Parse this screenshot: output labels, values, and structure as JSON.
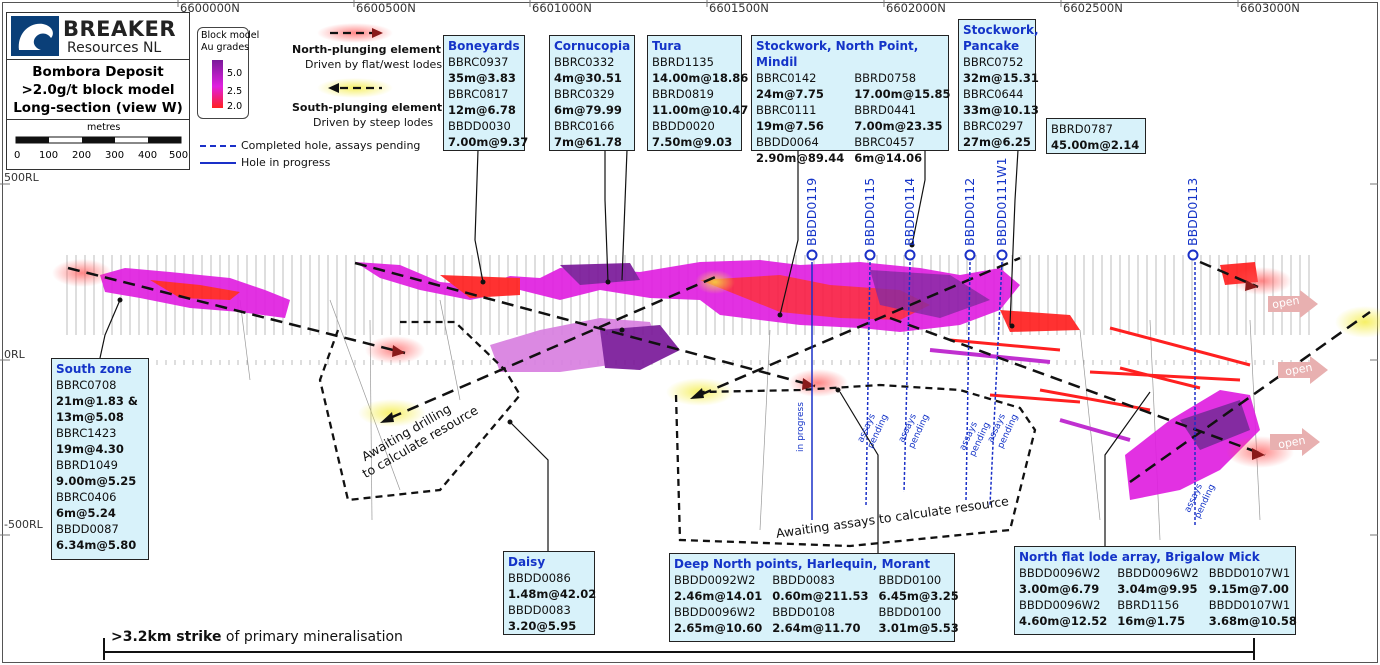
{
  "header_coords": [
    "6600000N",
    "6600500N",
    "6601000N",
    "6601500N",
    "6602000N",
    "6602500N",
    "6603000N"
  ],
  "rl_labels": {
    "top": "500RL",
    "mid": "0RL",
    "bottom": "-500RL"
  },
  "logo": {
    "brand": "BREAKER",
    "company": "Resources NL",
    "title_lines": [
      "Bombora Deposit",
      ">2.0g/t block model",
      "Long-section (view W)"
    ],
    "scale_title": "metres",
    "scale_ticks": [
      "0",
      "100",
      "200",
      "300",
      "400",
      "500"
    ]
  },
  "block_legend": {
    "title_1": "Block model",
    "title_2": "Au grades",
    "values": [
      "5.0",
      "2.5",
      "2.0"
    ],
    "colors": [
      "#7a1a9a",
      "#e020e0",
      "#ff2020"
    ]
  },
  "legend": {
    "north_title": "North-plunging element",
    "north_sub": "Driven by flat/west lodes",
    "south_title": "South-plunging element",
    "south_sub": "Driven by steep lodes",
    "completed": "Completed hole, assays pending",
    "in_progress": "Hole in progress"
  },
  "callouts": {
    "boneyards": {
      "title": "Boneyards",
      "rows": [
        "BBRC0937",
        "35m@3.83",
        "BBRC0817",
        "12m@6.78",
        "BBDD0030",
        "7.00m@9.37"
      ]
    },
    "cornucopia": {
      "title": "Cornucopia",
      "rows": [
        "BBRC0332",
        "4m@30.51",
        "BBRC0329",
        "6m@79.99",
        "BBRC0166",
        "7m@61.78"
      ]
    },
    "tura": {
      "title": "Tura",
      "rows": [
        "BBRD1135",
        "14.00m@18.86",
        "BBRD0819",
        "11.00m@10.47",
        "BBDD0020",
        "7.50m@9.03"
      ]
    },
    "stockwork_np": {
      "title": "Stockwork, North Point, Mindil",
      "cells": [
        "BBRC0142",
        "BBRD0758",
        "24m@7.75",
        "17.00m@15.85",
        "BBRC0111",
        "BBRD0441",
        "19m@7.56",
        "7.00m@23.35",
        "BBDD0064",
        "BBRC0457",
        "2.90m@89.44",
        "6m@14.06"
      ]
    },
    "stockwork_pancake": {
      "title_1": "Stockwork,",
      "title_2": "Pancake",
      "rows": [
        "BBRC0752",
        "32m@15.31",
        "BBRC0644",
        "33m@10.13",
        "BBRC0297",
        "27m@6.25"
      ]
    },
    "bbrd0787": {
      "rows": [
        "BBRD0787",
        "45.00m@2.14"
      ]
    },
    "south_zone": {
      "title": "South zone",
      "rows": [
        "BBRC0708",
        "21m@1.83 &",
        "13m@5.08",
        "BBRC1423",
        "19m@4.30",
        "BBRD1049",
        "9.00m@5.25",
        "BBRC0406",
        "6m@5.24",
        "BBDD0087",
        "6.34m@5.80"
      ]
    },
    "daisy": {
      "title": "Daisy",
      "rows": [
        "BBDD0086",
        "1.48m@42.02",
        "BBDD0083",
        "3.20@5.95"
      ]
    },
    "deep_north": {
      "title": "Deep North points, Harlequin, Morant",
      "cells": [
        "BBDD0092W2",
        "BBDD0083",
        "BBDD0100",
        "2.46m@14.01",
        "0.60m@211.53",
        "6.45m@3.25",
        "BBDD0096W2",
        "BBDD0108",
        "BBDD0100",
        "2.65m@10.60",
        "2.64m@11.70",
        "3.01m@5.53"
      ]
    },
    "north_flat": {
      "title": "North flat lode array, Brigalow Mick",
      "cells": [
        "BBDD0096W2",
        "BBDD0096W2",
        "BBDD0107W1",
        "3.00m@6.79",
        "3.04m@9.95",
        "9.15m@7.00",
        "BBDD0096W2",
        "BBRD1156",
        "BBDD0107W1",
        "4.60m@12.52",
        "16m@1.75",
        "3.68m@10.58"
      ]
    }
  },
  "holes": [
    "BBDD0119",
    "BBDD0115",
    "BBDD0114",
    "BBDD0112",
    "BBDD0111W1",
    "BBDD0113"
  ],
  "annotations": {
    "awaiting_drilling_1": "Awaiting drilling",
    "awaiting_drilling_2": "to calculate resource",
    "awaiting_assays": "Awaiting assays to calculate resource",
    "open": "open",
    "in_progress": "in progress",
    "assays": "assays",
    "pending": "pending"
  },
  "strike": {
    "bold": ">3.2km strike",
    "rest": " of primary mineralisation"
  }
}
